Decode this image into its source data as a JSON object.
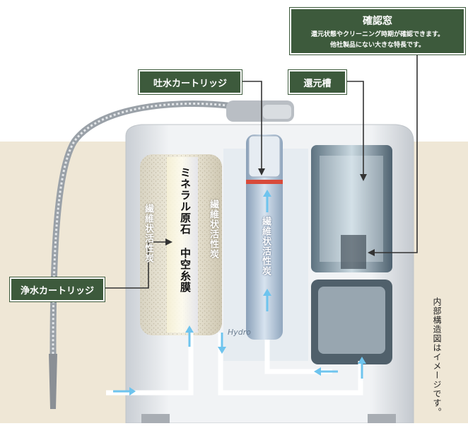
{
  "labels": {
    "kakunin_title": "確認窓",
    "kakunin_line1": "還元状態やクリーニング時期が確認できます。",
    "kakunin_line2": "他社製品にない大きな特長です。",
    "tosui": "吐水カートリッジ",
    "kangen": "還元槽",
    "josui": "浄水カートリッジ"
  },
  "filters": {
    "left": "繊維状活性炭",
    "mineral": "ミネラル原石",
    "hollow": "中空糸膜",
    "right": "繊維状活性炭",
    "center": "繊維状活性炭"
  },
  "brand": "Hydro",
  "note": "内部構造図はイメージです。",
  "colors": {
    "label_bg": "#3d5a3c",
    "backdrop": "#efe7d6",
    "arrow": "#6ec4ee",
    "body": "#e9ecef"
  }
}
